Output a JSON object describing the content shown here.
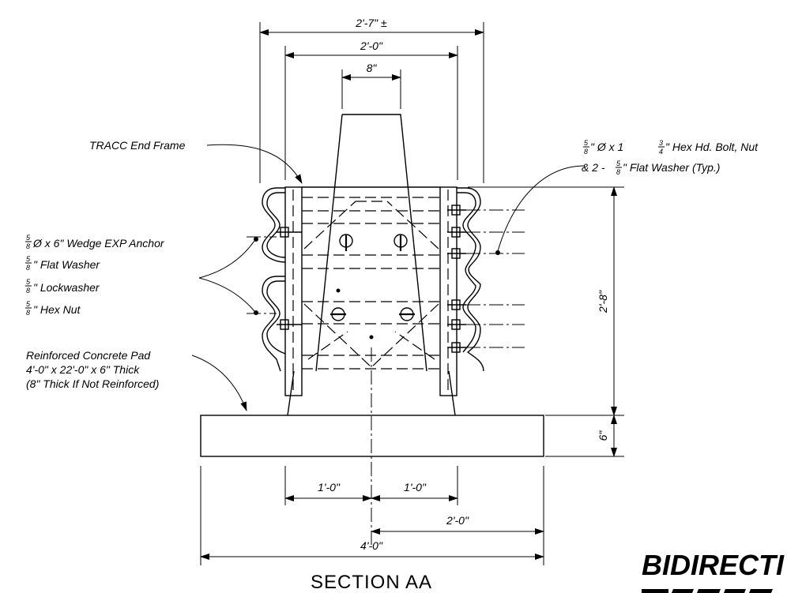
{
  "labels": {
    "tracc_end_frame": "TRACC End Frame",
    "anchor": "Ø   x 6\" Wedge EXP Anchor",
    "flat_washer": "\" Flat Washer",
    "lockwasher": "\" Lockwasher",
    "hex_nut": "\" Hex Nut",
    "bolt_line1": "\" Ø  x 1",
    "bolt_line1_b": "\" Hex Hd. Bolt, Nut",
    "bolt_line2": "& 2  -",
    "bolt_line2_b": "\" Flat Washer (Typ.)",
    "pad_line1": "Reinforced Concrete Pad",
    "pad_line2": "4'-0\" x 22'-0\" x 6\" Thick",
    "pad_line3": "(8\" Thick If Not Reinforced)",
    "frac_5": "5",
    "frac_8": "8",
    "frac_3": "3",
    "frac_4": "4"
  },
  "dimensions": {
    "overall_width": "2'-7\" ±",
    "post_span": "2'-0\"",
    "top_width": "8\"",
    "height": "2'-8\"",
    "pad_thickness": "6\"",
    "left_half": "1'-0\"",
    "right_half": "1'-0\"",
    "half_pad": "2'-0\"",
    "pad_width": "4'-0\""
  },
  "section_title": "SECTION AA",
  "sheet_title_partial": "BIDIRECTI"
}
